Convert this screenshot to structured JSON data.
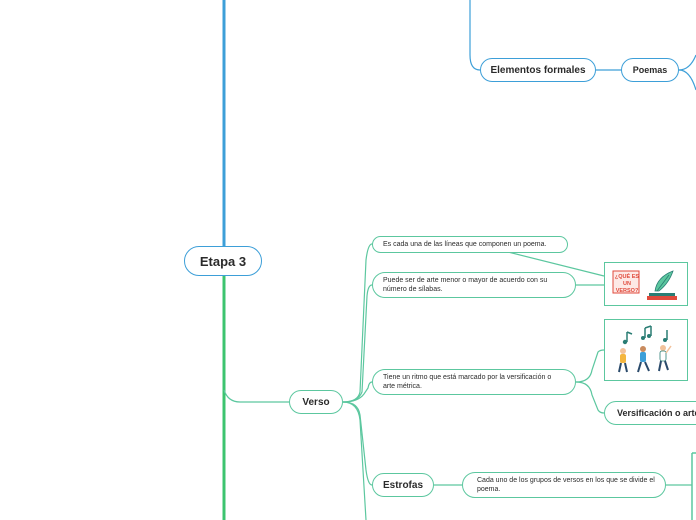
{
  "root": {
    "label": "Etapa 3"
  },
  "elementos": {
    "label": "Elementos formales",
    "child": "Poemas"
  },
  "verso": {
    "label": "Verso",
    "notes": [
      "Es cada una de las líneas que componen un poema.",
      "Puede ser de arte menor o mayor de acuerdo con su número de sílabas.",
      "Tiene un ritmo que está marcado por la versificación o arte métrica."
    ],
    "image_caption": "¿QUÉ ES UN VERSO?",
    "versificacion": "Versificación o arte m"
  },
  "estrofas": {
    "label": "Estrofas",
    "note": "Cada uno de los grupos de versos en los que se divide el poema."
  },
  "colors": {
    "branch_blue": "#3d9fd8",
    "branch_green": "#5cc79f",
    "trunk_green": "#3cc46f",
    "icon_red": "#e04a3c",
    "icon_teal": "#2a7d74"
  }
}
